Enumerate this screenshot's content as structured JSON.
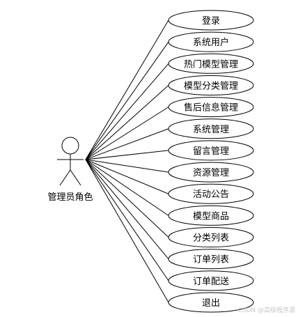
{
  "actor": {
    "label": "管理员角色"
  },
  "use_cases": [
    {
      "label": "登录"
    },
    {
      "label": "系统用户"
    },
    {
      "label": "热门模型管理"
    },
    {
      "label": "模型分类管理"
    },
    {
      "label": "售后信息管理"
    },
    {
      "label": "系统管理"
    },
    {
      "label": "留言管理"
    },
    {
      "label": "资源管理"
    },
    {
      "label": "活动公告"
    },
    {
      "label": "模型商品"
    },
    {
      "label": "分类列表"
    },
    {
      "label": "订单列表"
    },
    {
      "label": "订单配送"
    },
    {
      "label": "退出"
    }
  ],
  "watermark": "CSDN @高级程序源",
  "colors": {
    "line": "#000000",
    "ellipse_fill": "#ffffff"
  }
}
